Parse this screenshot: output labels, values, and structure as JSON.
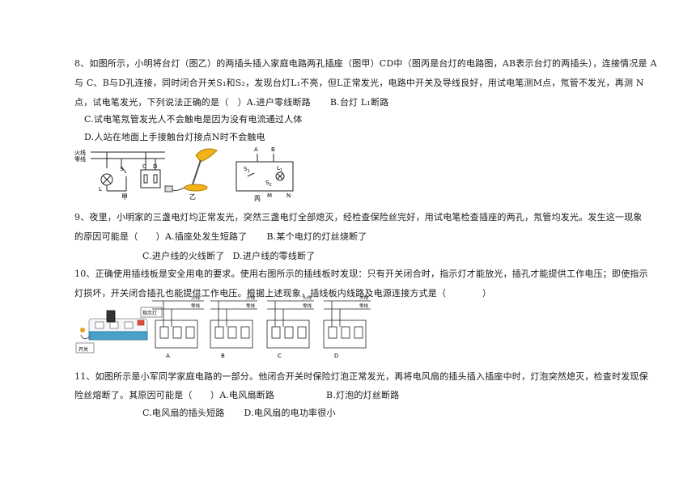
{
  "q8": {
    "line1": "8、如图所示，小明将台灯（图乙）的两插头插入家庭电路两孔插座（图甲）CD中（图丙是台灯的电路图，AB表示台灯的两插头），连接情况是 A",
    "line2": "与 C、B与D孔连接，同时闭合开关S₁和S₂，发现台灯L₁不亮，但L正常发光，电路中开关及导线良好，用试电笔测M点，氖管不发光，再测 N",
    "line3a": "点，试电笔发光，下列说法正确的是（　）A.进户零线断路",
    "line3b": "B.台灯 L₁断路",
    "opt_c": "C.试电笔氖管发光人不会触电是因为没有电流通过人体",
    "opt_d": "D.人站在地面上手接触台灯接点N时不会触电"
  },
  "fig8": {
    "live": "火线",
    "neutral": "零线",
    "s": "S",
    "c": "C",
    "d": "D",
    "l": "L",
    "jia": "甲",
    "yi": "乙",
    "a": "A",
    "b": "B",
    "s1": "S",
    "s1_sub": "1",
    "l1": "L",
    "l1_sub": "1",
    "s2": "S",
    "s2_sub": "2",
    "m": "M",
    "n": "N",
    "bing": "丙"
  },
  "q9": {
    "line1": "9、夜里，小明家的三盏电灯均正常发光，突然三盏电灯全部熄灭，经检查保险丝完好，用试电笔检查插座的两孔，氖管均发光。发生这一现象",
    "line2a": "的原因可能是（　　）A.插座处发生短路了",
    "line2b": "B.某个电灯的灯丝烧断了",
    "opt_c": "C.进户线的火线断了",
    "opt_d": "D.进户线的零线断了"
  },
  "q10": {
    "line1": "10、正确使用插线板是安全用电的要求。使用右图所示的插线板时发现：只有开关闭合时，指示灯才能放光，插孔才能提供工作电压；即使指示",
    "line2": "灯损坏，开关闭合插孔也能提供工作电压。根据上述现象，插线板内线路及电源连接方式是（　　　　）"
  },
  "fig10": {
    "live": "火线",
    "neutral": "零线",
    "switch": "开关",
    "bulb": "指示灯",
    "labels": [
      "A",
      "B",
      "C",
      "D"
    ]
  },
  "q11": {
    "line1": "11、如图所示是小军同学家庭电路的一部分。他闭合开关时保险灯泡正常发光，再将电风扇的插头插入插座中时，灯泡突然熄灭，检查时发现保",
    "line2a": "险丝熔断了。其原因可能是（　　）A.电风扇断路",
    "line2b": "B.灯泡的灯丝断路",
    "opt_c": "C.电风扇的插头短路",
    "opt_d": "D.电风扇的电功率很小"
  }
}
